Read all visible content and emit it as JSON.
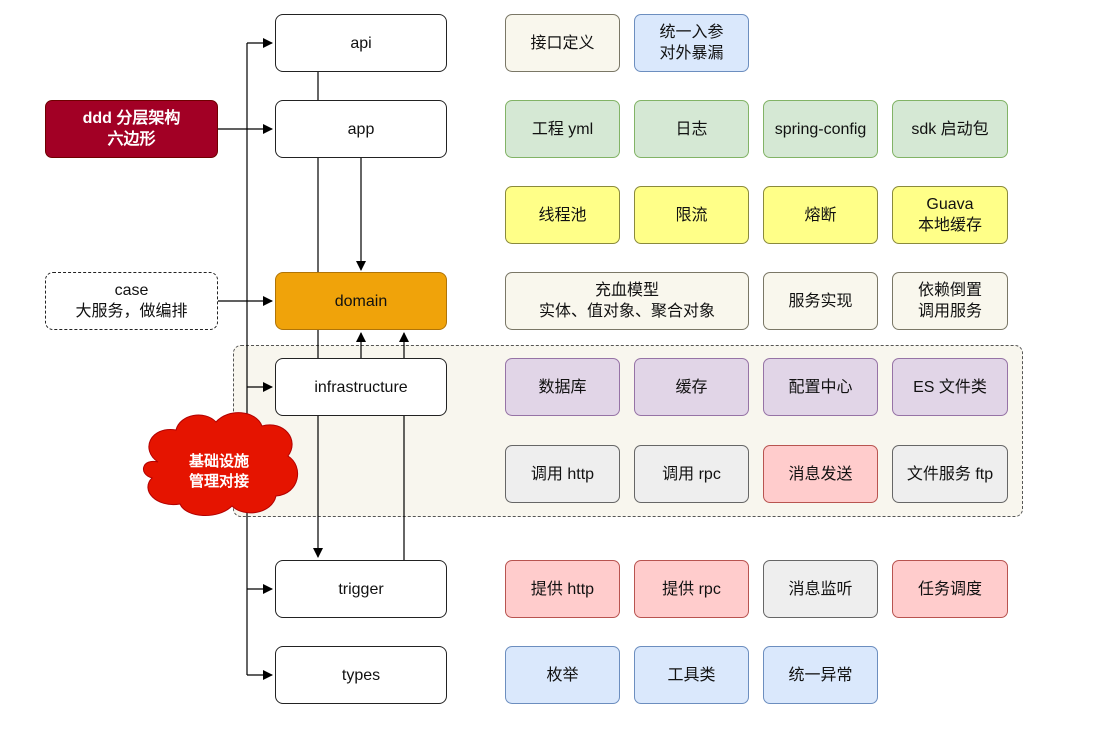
{
  "layers": {
    "api": "api",
    "app": "app",
    "domain": "domain",
    "infrastructure": "infrastructure",
    "trigger": "trigger",
    "types": "types"
  },
  "side": {
    "ddd": "ddd 分层架构\n六边形",
    "case": "case\n大服务，做编排",
    "infra_cloud": "基础设施\n管理对接"
  },
  "api_tags": [
    "接口定义",
    "统一入参\n对外暴漏"
  ],
  "app_tags": [
    "工程 yml",
    "日志",
    "spring-config",
    "sdk 启动包"
  ],
  "app_tags_2": [
    "线程池",
    "限流",
    "熔断",
    "Guava\n本地缓存"
  ],
  "domain_tags": [
    "充血模型\n实体、值对象、聚合对象",
    "服务实现",
    "依赖倒置\n调用服务"
  ],
  "infra_tags": [
    "数据库",
    "缓存",
    "配置中心",
    "ES 文件类"
  ],
  "infra_tags_2": [
    "调用 http",
    "调用 rpc",
    "消息发送",
    "文件服务 ftp"
  ],
  "trigger_tags": [
    "提供 http",
    "提供 rpc",
    "消息监听",
    "任务调度"
  ],
  "types_tags": [
    "枚举",
    "工具类",
    "统一异常"
  ],
  "colors": {
    "domain_fill": "#f0a30a",
    "ddd_fill": "#a20025",
    "cloud_fill": "#e51400",
    "cream": "#f9f7ed",
    "blue": "#dae8fc",
    "green": "#d5e8d4",
    "yellow": "#ffff88",
    "purple": "#e1d5e7",
    "gray": "#eeeeee",
    "red": "#ffcccc"
  }
}
